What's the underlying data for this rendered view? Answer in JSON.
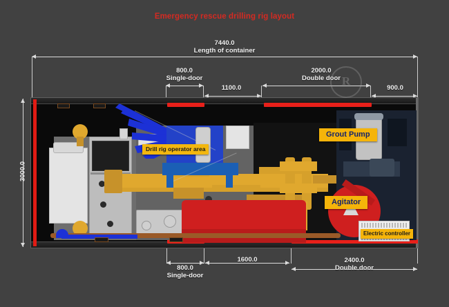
{
  "title": "Emergency rescue drilling rig layout",
  "watermark": "R",
  "dimensions": {
    "overall": {
      "value": "7440.0",
      "label": "Length of container"
    },
    "height": {
      "value": "3000.0"
    },
    "top_row": [
      {
        "value": "800.0",
        "label": "Single-door"
      },
      {
        "value": "1100.0",
        "label": ""
      },
      {
        "value": "2000.0",
        "label": "Double door"
      },
      {
        "value": "900.0",
        "label": ""
      }
    ],
    "bottom_row": [
      {
        "value": "800.0",
        "label": "Single-door"
      },
      {
        "value": "1600.0",
        "label": ""
      },
      {
        "value": "2400.0",
        "label": "Double door"
      }
    ]
  },
  "callouts": {
    "operator_area": "Drill rig operator area",
    "grout_pump": "Grout Pump",
    "agitator": "Agitator",
    "electric_controller": "Electric controller"
  },
  "colors": {
    "background": "#414141",
    "title_red": "#d42a22",
    "callout_yellow": "#f5b40a",
    "callout_text": "#15246b",
    "door_red": "#e8201a",
    "container_black": "#0a0a0a",
    "dimension_white": "#f0f0f0",
    "machinery_gold": "#e0a82e",
    "machinery_blue": "#1c31d6",
    "machinery_red": "#cf1f1f"
  }
}
